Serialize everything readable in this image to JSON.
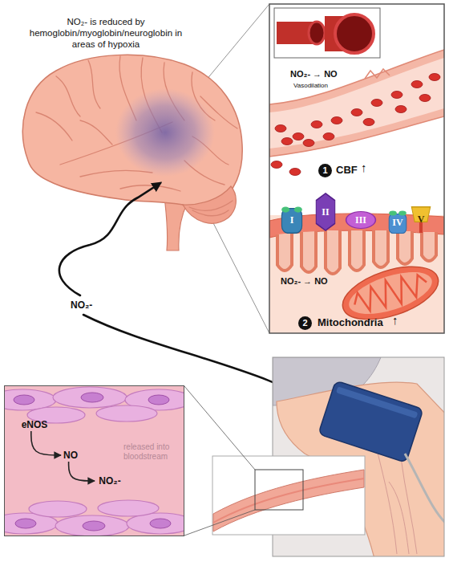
{
  "diagram": {
    "title": "NO₂- is reduced by hemoglobin/myoglobin/neuroglobin in areas of hypoxia",
    "nodes": [
      {
        "text": [
          "1"
        ]
      },
      {
        "text": [
          "I"
        ]
      },
      {
        "text": [
          "II"
        ]
      },
      {
        "text": [
          "III"
        ]
      },
      {
        "text": [
          "IV"
        ]
      },
      {
        "text": [
          "V"
        ]
      },
      {
        "text": [
          "2"
        ]
      },
      {
        "text": [
          "released into bloodstream"
        ]
      },
      {
        "text": [
          "eNOS"
        ],
        "in": 7
      },
      {
        "text": [
          "NO"
        ],
        "in": 7
      },
      {
        "text": [
          "NO₂-"
        ],
        "in": 7
      }
    ],
    "edges": [
      {
        "from": 8,
        "to": 9,
        "arrow": "to"
      },
      {
        "from": 9,
        "to": 10,
        "arrow": "to"
      }
    ],
    "labels": [
      "NO₂- → NO",
      "Vasodilation",
      "CBF",
      "↑",
      "NO₂- → NO",
      "Mitochondria",
      "↑",
      "NO₂-"
    ]
  }
}
